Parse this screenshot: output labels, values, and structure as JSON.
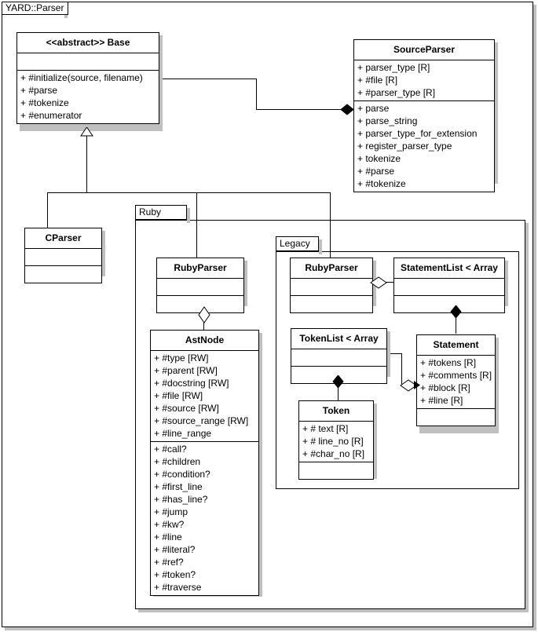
{
  "diagram": {
    "frame_title": "YARD::Parser",
    "type": "uml-class-diagram"
  },
  "packages": [
    {
      "id": "ruby",
      "label": "Ruby"
    },
    {
      "id": "legacy",
      "label": "Legacy"
    }
  ],
  "classes": [
    {
      "id": "base",
      "name": "<<abstract>> Base",
      "attributes": [],
      "operations": [
        "+ #initialize(source, filename)",
        "+ #parse",
        "+ #tokenize",
        "+ #enumerator"
      ]
    },
    {
      "id": "source_parser",
      "name": "SourceParser",
      "attributes": [
        "+ parser_type [R]",
        "+ #file [R]",
        "+ #parser_type [R]"
      ],
      "operations": [
        "+ parse",
        "+ parse_string",
        "+ parser_type_for_extension",
        "+ register_parser_type",
        "+ tokenize",
        "+ #parse",
        "+ #tokenize"
      ]
    },
    {
      "id": "cparser",
      "name": "CParser",
      "attributes": [],
      "operations": []
    },
    {
      "id": "ruby_rubyparser",
      "name": "RubyParser",
      "attributes": [],
      "operations": []
    },
    {
      "id": "astnode",
      "name": "AstNode",
      "attributes": [
        "+ #type [RW]",
        "+ #parent [RW]",
        "+ #docstring [RW]",
        "+ #file [RW]",
        "+ #source [RW]",
        "+ #source_range [RW]",
        "+ #line_range"
      ],
      "operations": [
        "+ #call?",
        "+ #children",
        "+ #condition?",
        "+ #first_line",
        "+ #has_line?",
        "+ #jump",
        "+ #kw?",
        "+ #line",
        "+ #literal?",
        "+ #ref?",
        "+ #token?",
        "+ #traverse"
      ]
    },
    {
      "id": "legacy_rubyparser",
      "name": "RubyParser",
      "attributes": [],
      "operations": []
    },
    {
      "id": "statementlist",
      "name": "StatementList < Array",
      "attributes": [],
      "operations": []
    },
    {
      "id": "tokenlist",
      "name": "TokenList < Array",
      "attributes": [],
      "operations": []
    },
    {
      "id": "statement",
      "name": "Statement",
      "attributes": [
        "+ #tokens [R]",
        "+ #comments [R]",
        "+ #block [R]",
        "+ #line [R]"
      ],
      "operations": []
    },
    {
      "id": "token",
      "name": "Token",
      "attributes": [
        "+ # text [R]",
        "+ # line_no [R]",
        "+ #char_no [R]"
      ],
      "operations": []
    }
  ],
  "relationships": [
    {
      "from": "base",
      "to": "source_parser",
      "kind": "composition"
    },
    {
      "from": "cparser",
      "to": "base",
      "kind": "generalization"
    },
    {
      "from": "ruby_rubyparser",
      "to": "base",
      "kind": "generalization"
    },
    {
      "from": "legacy_rubyparser",
      "to": "base",
      "kind": "generalization"
    },
    {
      "from": "ruby_rubyparser",
      "to": "astnode",
      "kind": "aggregation"
    },
    {
      "from": "legacy_rubyparser",
      "to": "statementlist",
      "kind": "aggregation"
    },
    {
      "from": "statementlist",
      "to": "statement",
      "kind": "composition"
    },
    {
      "from": "tokenlist",
      "to": "statement",
      "kind": "aggregation"
    },
    {
      "from": "tokenlist",
      "to": "token",
      "kind": "composition"
    }
  ],
  "colors": {
    "line": "#000000",
    "shadow": "#c0c0c0",
    "background": "#ffffff"
  }
}
